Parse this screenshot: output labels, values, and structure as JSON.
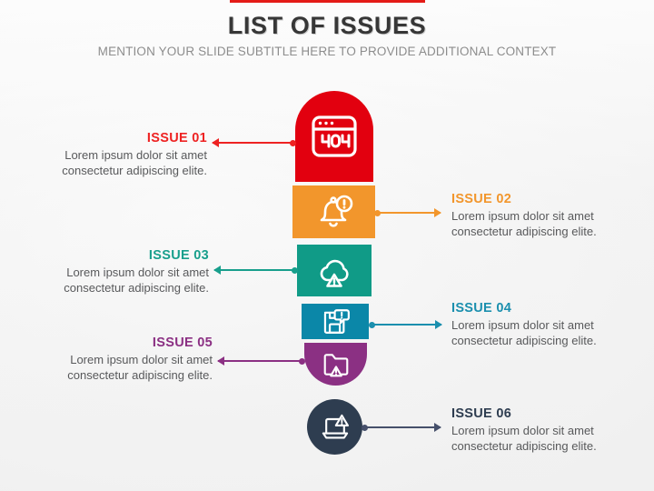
{
  "header": {
    "accent_color": "#e41b17",
    "title": "LIST OF ISSUES",
    "subtitle": "MENTION YOUR SLIDE SUBTITLE HERE TO PROVIDE ADDITIONAL CONTEXT"
  },
  "issues": [
    {
      "label": "ISSUE 01",
      "body": "Lorem ipsum dolor sit amet consectetur adipiscing elite.",
      "color": "#e2000f",
      "label_color": "#ee2222",
      "icon": "browser-404-icon",
      "side": "left",
      "shape": "arch-top"
    },
    {
      "label": "ISSUE 02",
      "body": "Lorem ipsum dolor sit amet consectetur adipiscing elite.",
      "color": "#f2962c",
      "label_color": "#f2962c",
      "icon": "bell-alert-icon",
      "side": "right",
      "shape": "rectangle"
    },
    {
      "label": "ISSUE 03",
      "body": "Lorem ipsum dolor sit amet consectetur adipiscing elite.",
      "color": "#109b87",
      "label_color": "#189f8c",
      "icon": "cloud-warning-icon",
      "side": "left",
      "shape": "rectangle"
    },
    {
      "label": "ISSUE 04",
      "body": "Lorem ipsum dolor sit amet consectetur adipiscing elite.",
      "color": "#0b87a8",
      "label_color": "#1b8fae",
      "icon": "save-alert-icon",
      "side": "right",
      "shape": "rectangle"
    },
    {
      "label": "ISSUE 05",
      "body": "Lorem ipsum dolor sit amet consectetur adipiscing elite.",
      "color": "#8b3083",
      "label_color": "#8b3083",
      "icon": "folder-warning-icon",
      "side": "left",
      "shape": "arch-bottom"
    },
    {
      "label": "ISSUE 06",
      "body": "Lorem ipsum dolor sit amet consectetur adipiscing elite.",
      "color": "#2e3d50",
      "label_color": "#2e3d50",
      "icon": "laptop-warning-icon",
      "side": "right",
      "shape": "circle"
    }
  ]
}
